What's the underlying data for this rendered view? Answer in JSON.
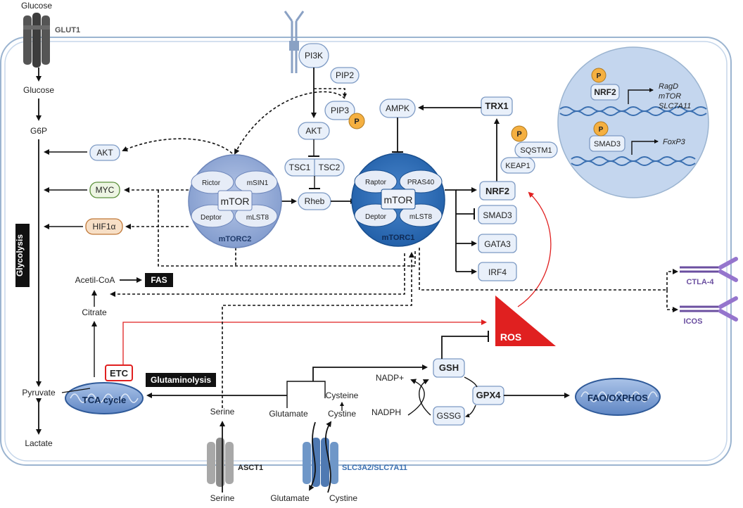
{
  "labels": {
    "glucose_out": "Glucose",
    "glut1": "GLUT1",
    "glucose_in": "Glucose",
    "g6p": "G6P",
    "glycolysis": "Glycolysis",
    "pyruvate": "Pyruvate",
    "lactate": "Lactate",
    "acetil_coa": "Acetil-CoA",
    "fas": "FAS",
    "citrate": "Citrate",
    "etc": "ETC",
    "tca": "TCA cycle",
    "glutaminolysis": "Glutaminolysis",
    "serine_in": "Serine",
    "serine_out": "Serine",
    "asct1": "ASCT1",
    "glutamate_in": "Glutamate",
    "glutamate_out": "Glutamate",
    "cysteine": "Cysteine",
    "cystine_in": "Cystine",
    "cystine_out": "Cystine",
    "slc": "SLC3A2/SLC7A11",
    "nadp_plus": "NADP+",
    "nadph": "NADPH",
    "gsh": "GSH",
    "gssg": "GSSG",
    "gpx4": "GPX4",
    "fao": "FAO/OXPHOS",
    "ros": "ROS",
    "pi3k": "PI3K",
    "pip2": "PIP2",
    "pip3": "PIP3",
    "p": "P",
    "akt_center": "AKT",
    "akt_left": "AKT",
    "myc": "MYC",
    "hif1a": "HIF1α",
    "tsc1": "TSC1",
    "tsc2": "TSC2",
    "rheb": "Rheb",
    "ampk": "AMPK",
    "trx1": "TRX1",
    "sqstm1": "SQSTM1",
    "keap1": "KEAP1",
    "nrf2": "NRF2",
    "smad3": "SMAD3",
    "gata3": "GATA3",
    "irf4": "IRF4",
    "ctla4": "CTLA-4",
    "icos": "ICOS"
  },
  "mtorc2": {
    "name": "mTORC2",
    "core": "mTOR",
    "rictor": "Rictor",
    "msin1": "mSIN1",
    "deptor": "Deptor",
    "mlst8": "mLST8"
  },
  "mtorc1": {
    "name": "mTORC1",
    "core": "mTOR",
    "raptor": "Raptor",
    "pras40": "PRAS40",
    "deptor": "Deptor",
    "mlst8": "mLST8"
  },
  "nucleus": {
    "nrf2": "NRF2",
    "nrf2_targets": [
      "RagD",
      "mTOR",
      "SLC7A11"
    ],
    "smad3": "SMAD3",
    "smad3_target": "FoxP3"
  },
  "colors": {
    "cell_border": "#9bb4d0",
    "node_fill": "#e9f0fa",
    "node_stroke": "#7d9ac4",
    "mtorc1_blue": "#2f6fb5",
    "mtorc2_blue": "#8ea6d4",
    "nucleus": "#c4d6ee",
    "ros_red": "#e02020",
    "phospho_orange": "#f5b041",
    "receptor_purple": "#6b4fa0",
    "myc_green": "#5a8f3a",
    "hif_orange": "#c07838"
  }
}
